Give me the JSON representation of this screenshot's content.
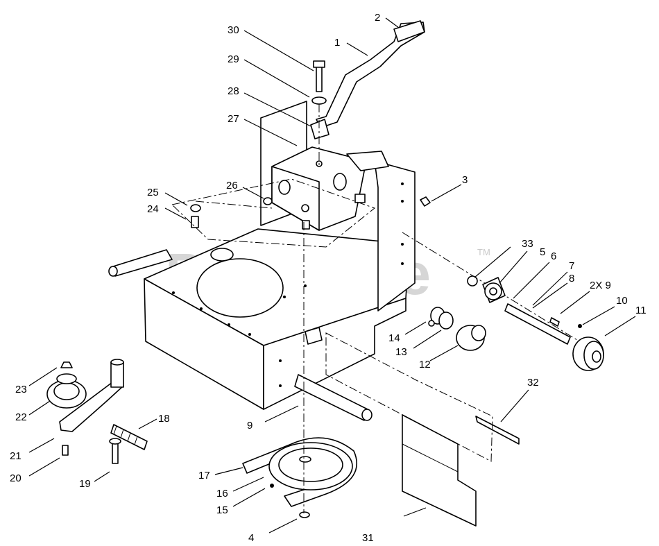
{
  "watermark": {
    "text": "PartsTree",
    "trademark": "TM"
  },
  "labels": [
    "1",
    "2",
    "3",
    "4",
    "5",
    "6",
    "7",
    "8",
    "2X 9",
    "9",
    "10",
    "11",
    "12",
    "13",
    "14",
    "15",
    "16",
    "17",
    "18",
    "19",
    "20",
    "21",
    "22",
    "23",
    "24",
    "25",
    "26",
    "27",
    "28",
    "29",
    "30",
    "31",
    "32",
    "33"
  ]
}
